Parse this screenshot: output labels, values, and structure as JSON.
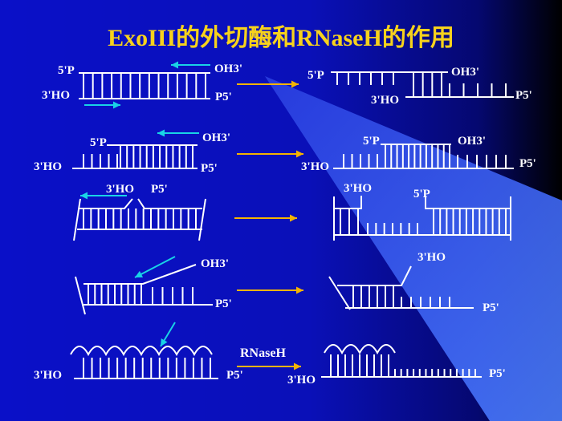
{
  "title": "ExoIII的外切酶和RNaseH的作用",
  "labels": {
    "p5": "5'P",
    "oh3": "OH3'",
    "ho3": "3'HO",
    "p5_prime": "P5'",
    "rnaseh": "RNaseH"
  },
  "colors": {
    "background": "#0a10c8",
    "title": "#f7d21c",
    "strand": "#ffffff",
    "exo_arrow": "#19d3e6",
    "reaction_arrow": "#f5b400",
    "wedge": "#3a63f0"
  }
}
